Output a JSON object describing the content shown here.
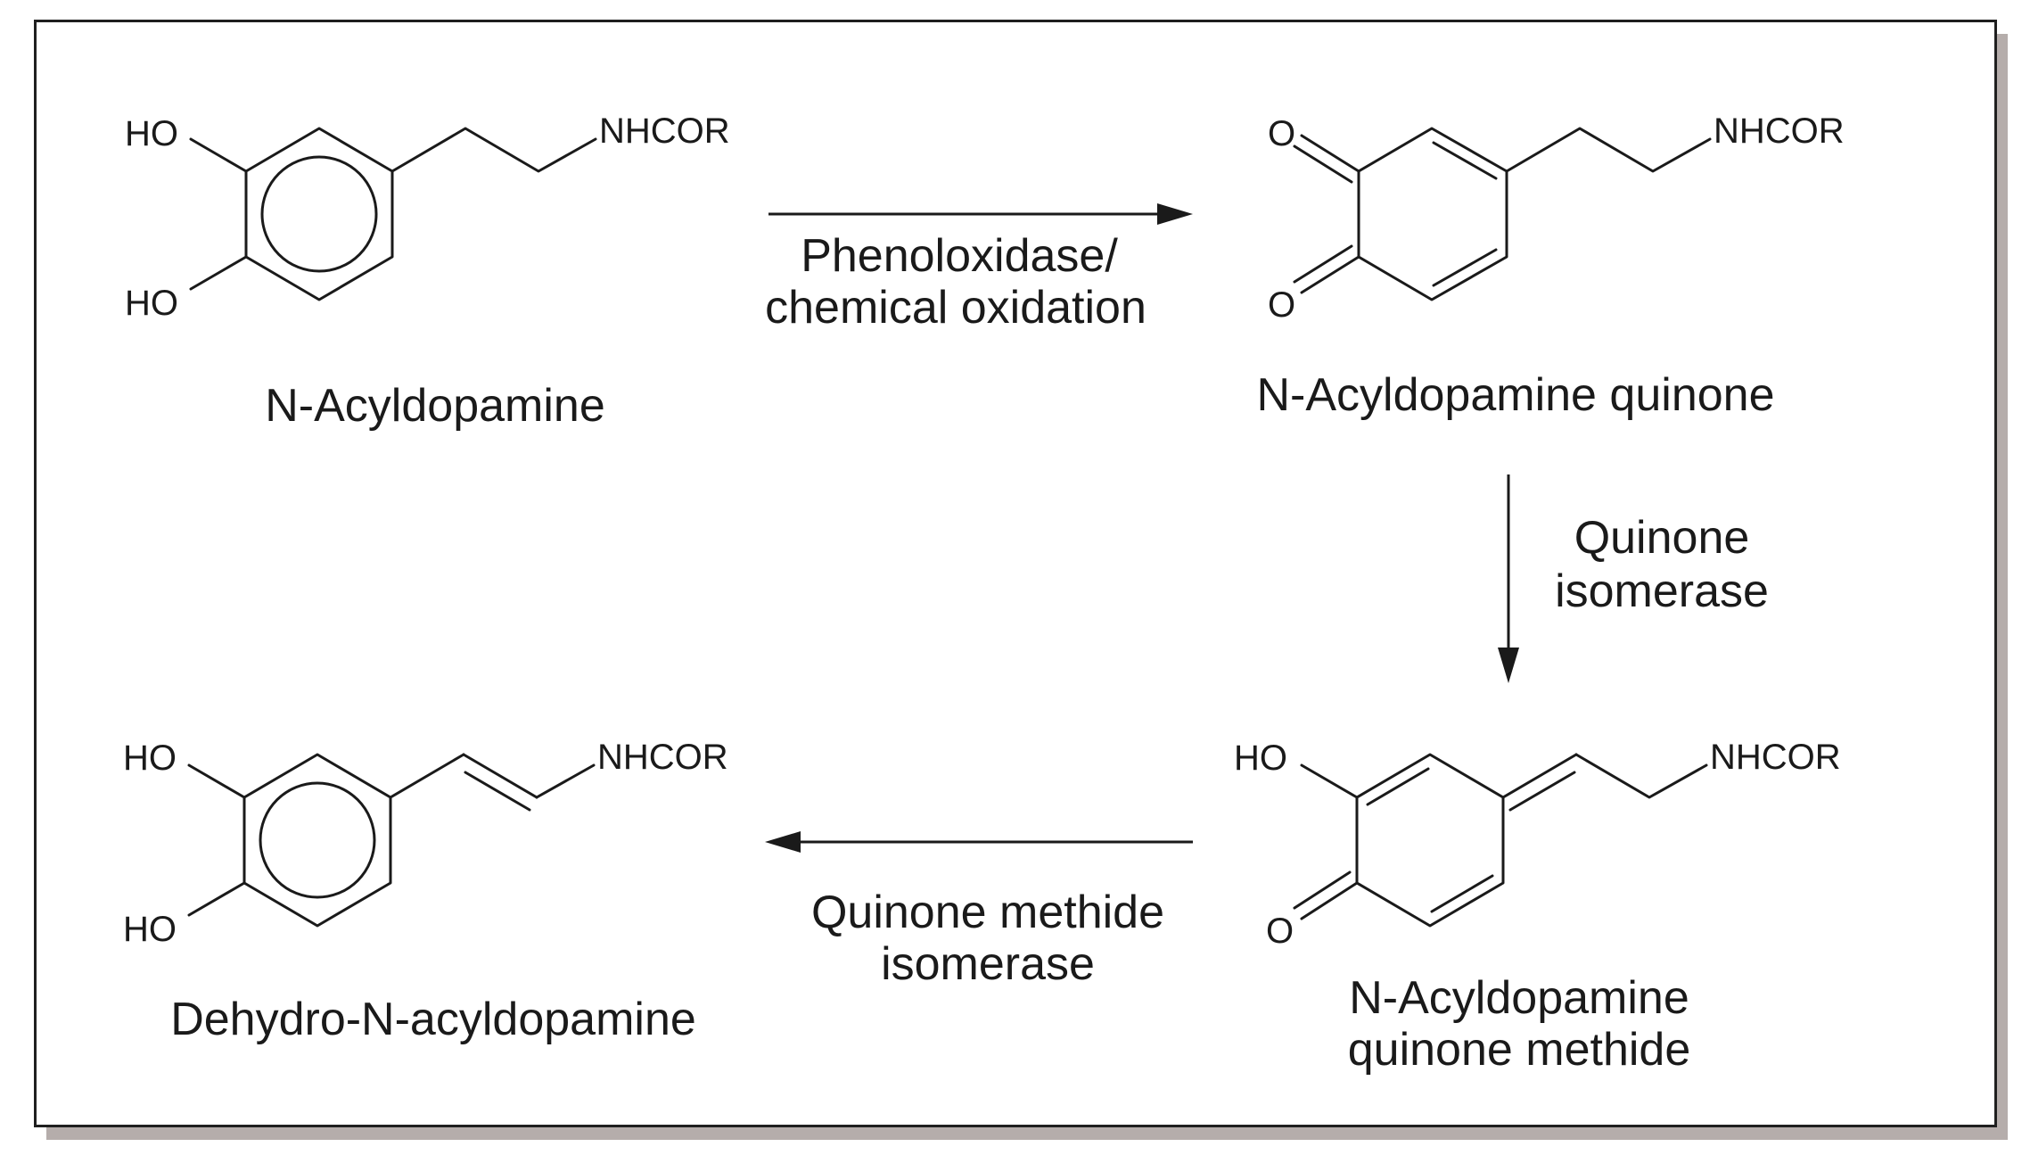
{
  "compounds": {
    "acyldopamine": {
      "name": "N-Acyldopamine",
      "atoms": {
        "oh_top": "HO",
        "oh_bottom": "HO",
        "amide": "NHCOR"
      }
    },
    "quinone": {
      "name": "N-Acyldopamine quinone",
      "atoms": {
        "o_top": "O",
        "o_bottom": "O",
        "amide": "NHCOR"
      }
    },
    "quinone_methide": {
      "name_line1": "N-Acyldopamine",
      "name_line2": "quinone methide",
      "atoms": {
        "oh_top": "HO",
        "o_bottom": "O",
        "amide": "NHCOR"
      }
    },
    "dehydro": {
      "name": "Dehydro-N-acyldopamine",
      "atoms": {
        "oh_top": "HO",
        "oh_bottom": "HO",
        "amide": "NHCOR"
      }
    }
  },
  "reactions": {
    "oxidation": {
      "line1": "Phenoloxidase/",
      "line2": "chemical oxidation"
    },
    "isomerase": {
      "line1": "Quinone",
      "line2": "isomerase"
    },
    "methide_isomerase": {
      "line1": "Quinone methide",
      "line2": "isomerase"
    }
  }
}
